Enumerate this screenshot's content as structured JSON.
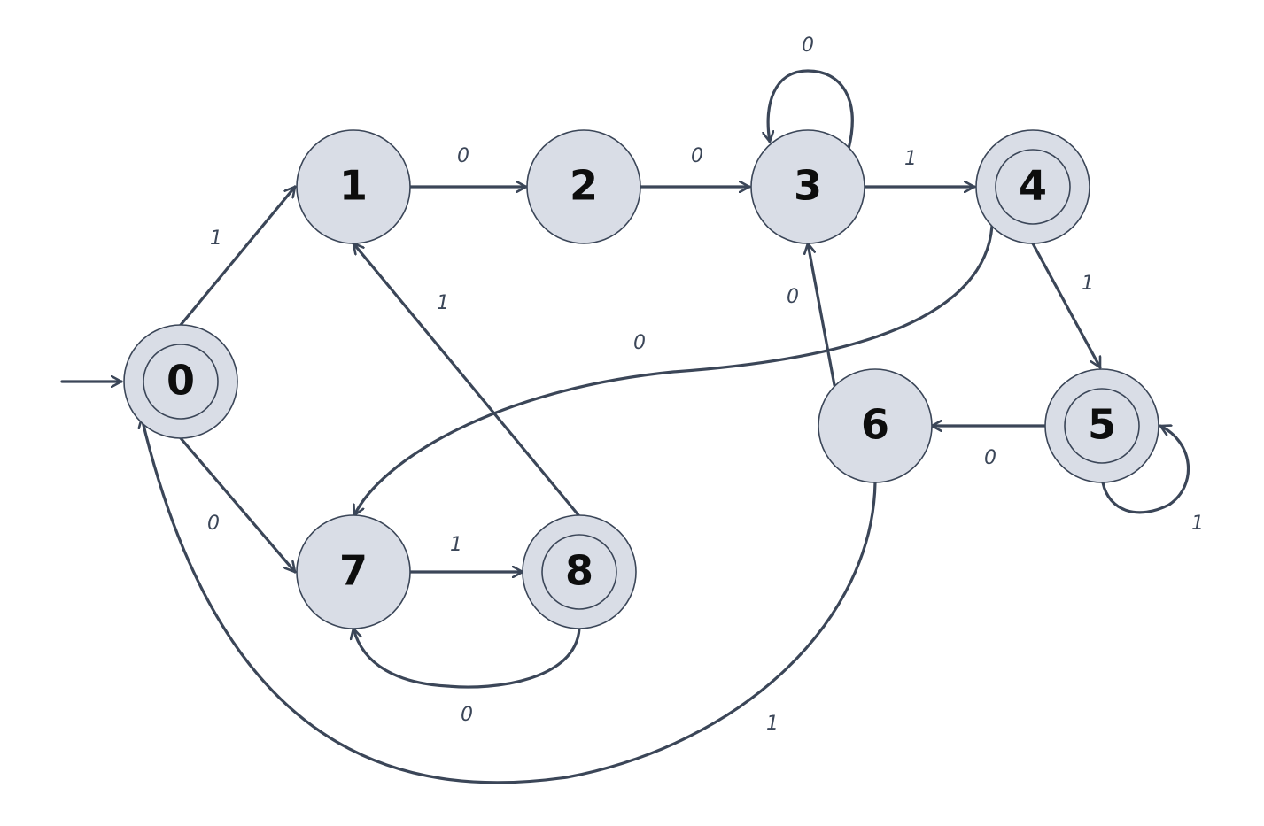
{
  "automaton": {
    "start_state": "0",
    "states": [
      {
        "id": "0",
        "label": "0",
        "accepting": true
      },
      {
        "id": "1",
        "label": "1",
        "accepting": false
      },
      {
        "id": "2",
        "label": "2",
        "accepting": false
      },
      {
        "id": "3",
        "label": "3",
        "accepting": false
      },
      {
        "id": "4",
        "label": "4",
        "accepting": true
      },
      {
        "id": "5",
        "label": "5",
        "accepting": true
      },
      {
        "id": "6",
        "label": "6",
        "accepting": false
      },
      {
        "id": "7",
        "label": "7",
        "accepting": false
      },
      {
        "id": "8",
        "label": "8",
        "accepting": true
      }
    ],
    "transitions": [
      {
        "id": "t0-1",
        "from": "0",
        "to": "1",
        "symbol": "1"
      },
      {
        "id": "t0-7",
        "from": "0",
        "to": "7",
        "symbol": "0"
      },
      {
        "id": "t1-2",
        "from": "1",
        "to": "2",
        "symbol": "0"
      },
      {
        "id": "t2-3",
        "from": "2",
        "to": "3",
        "symbol": "0"
      },
      {
        "id": "t3-3",
        "from": "3",
        "to": "3",
        "symbol": "0"
      },
      {
        "id": "t3-4",
        "from": "3",
        "to": "4",
        "symbol": "1"
      },
      {
        "id": "t4-5",
        "from": "4",
        "to": "5",
        "symbol": "1"
      },
      {
        "id": "t4-7",
        "from": "4",
        "to": "7",
        "symbol": "0"
      },
      {
        "id": "t5-5",
        "from": "5",
        "to": "5",
        "symbol": "1"
      },
      {
        "id": "t5-6",
        "from": "5",
        "to": "6",
        "symbol": "0"
      },
      {
        "id": "t6-3",
        "from": "6",
        "to": "3",
        "symbol": "0"
      },
      {
        "id": "t6-0",
        "from": "6",
        "to": "0",
        "symbol": "1"
      },
      {
        "id": "t7-8",
        "from": "7",
        "to": "8",
        "symbol": "1"
      },
      {
        "id": "t8-7",
        "from": "8",
        "to": "7",
        "symbol": "0"
      },
      {
        "id": "t8-1",
        "from": "8",
        "to": "1",
        "symbol": "1"
      }
    ]
  },
  "colors": {
    "state_fill": "#d9dde6",
    "stroke": "#3b4658",
    "label": "#0d0d0d"
  }
}
